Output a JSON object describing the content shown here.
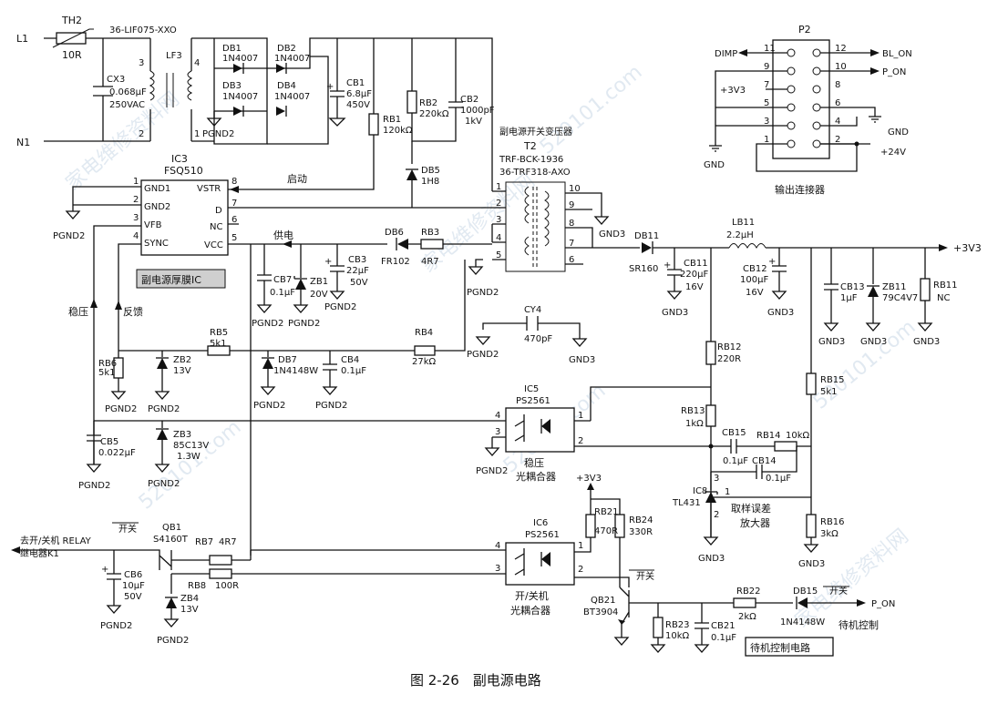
{
  "components": {
    "th2": {
      "ref": "TH2",
      "val": "10R"
    },
    "lf3": {
      "ref": "LF3",
      "part": "36-LIF075-XXO"
    },
    "cx3": {
      "ref": "CX3",
      "val": "0.068μF",
      "volt": "250VAC"
    },
    "db1": {
      "ref": "DB1",
      "val": "1N4007"
    },
    "db2": {
      "ref": "DB2",
      "val": "1N4007"
    },
    "db3": {
      "ref": "DB3",
      "val": "1N4007"
    },
    "db4": {
      "ref": "DB4",
      "val": "1N4007"
    },
    "cb1": {
      "ref": "CB1",
      "val": "6.8μF",
      "volt": "450V"
    },
    "rb1": {
      "ref": "RB1",
      "val": "120kΩ"
    },
    "rb2": {
      "ref": "RB2",
      "val": "220kΩ"
    },
    "cb2": {
      "ref": "CB2",
      "val": "1000pF",
      "volt": "1kV"
    },
    "db5": {
      "ref": "DB5",
      "val": "1H8"
    },
    "ic3": {
      "ref": "IC3",
      "part": "FSQ510",
      "label": "副电源厚膜IC",
      "pins": [
        "GND1",
        "GND2",
        "VFB",
        "SYNC",
        "VSTR",
        "D",
        "NC",
        "VCC"
      ]
    },
    "t2": {
      "title": "副电源开关变压器",
      "ref": "T2",
      "part1": "TRF-BCK-1936",
      "part2": "36-TRF318-AXO"
    },
    "db6": {
      "ref": "DB6",
      "val": "FR102"
    },
    "rb3": {
      "ref": "RB3",
      "val": "4R7"
    },
    "cb7": {
      "ref": "CB7",
      "val": "0.1μF"
    },
    "zb1": {
      "ref": "ZB1",
      "val": "20V"
    },
    "cb3": {
      "ref": "CB3",
      "val": "22μF",
      "volt": "50V"
    },
    "cy4": {
      "ref": "CY4",
      "val": "470pF"
    },
    "rb5": {
      "ref": "RB5",
      "val": "5k1"
    },
    "rb4": {
      "ref": "RB4",
      "val": "27kΩ"
    },
    "rb6": {
      "ref": "RB6",
      "val": "5k1"
    },
    "zb2": {
      "ref": "ZB2",
      "val": "13V"
    },
    "db7": {
      "ref": "DB7",
      "val": "1N4148W"
    },
    "cb4": {
      "ref": "CB4",
      "val": "0.1μF"
    },
    "cb5": {
      "ref": "CB5",
      "val": "0.022μF"
    },
    "zb3": {
      "ref": "ZB3",
      "val": "85C13V",
      "pwr": "1.3W"
    },
    "ic5": {
      "ref": "IC5",
      "part": "PS2561",
      "label1": "稳压",
      "label2": "光耦合器"
    },
    "db11": {
      "ref": "DB11",
      "val": "SR160"
    },
    "cb11": {
      "ref": "CB11",
      "val": "220μF",
      "volt": "16V"
    },
    "lb11": {
      "ref": "LB11",
      "val": "2.2μH"
    },
    "cb12": {
      "ref": "CB12",
      "val": "100μF",
      "volt": "16V"
    },
    "cb13": {
      "ref": "CB13",
      "val": "1μF"
    },
    "zb11": {
      "ref": "ZB11",
      "val": "79C4V7"
    },
    "rb11": {
      "ref": "RB11",
      "val": "NC"
    },
    "rb12": {
      "ref": "RB12",
      "val": "220R"
    },
    "rb13": {
      "ref": "RB13",
      "val": "1kΩ"
    },
    "rb15": {
      "ref": "RB15",
      "val": "5k1"
    },
    "cb15": {
      "ref": "CB15",
      "val": "0.1μF"
    },
    "rb14": {
      "ref": "RB14",
      "val": "10kΩ"
    },
    "cb14": {
      "ref": "CB14",
      "val": "0.1μF"
    },
    "ic8": {
      "ref": "IC8",
      "part": "TL431",
      "label1": "取样误差",
      "label2": "放大器"
    },
    "rb16": {
      "ref": "RB16",
      "val": "3kΩ"
    },
    "qb1": {
      "ref": "QB1",
      "part": "S4160T"
    },
    "rb7": {
      "ref": "RB7",
      "val": "4R7"
    },
    "rb8": {
      "ref": "RB8",
      "val": "100R"
    },
    "cb6": {
      "ref": "CB6",
      "val": "10μF",
      "volt": "50V"
    },
    "zb4": {
      "ref": "ZB4",
      "val": "13V"
    },
    "ic6": {
      "ref": "IC6",
      "part": "PS2561",
      "label1": "开/关机",
      "label2": "光耦合器"
    },
    "rb21": {
      "ref": "RB21",
      "val": "470R"
    },
    "rb24": {
      "ref": "RB24",
      "val": "330R"
    },
    "qb21": {
      "ref": "QB21",
      "part": "BT3904"
    },
    "rb23": {
      "ref": "RB23",
      "val": "10kΩ"
    },
    "cb21": {
      "ref": "CB21",
      "val": "0.1μF"
    },
    "rb22": {
      "ref": "RB22",
      "val": "2kΩ"
    },
    "db15": {
      "ref": "DB15",
      "val": "1N4148W"
    },
    "p2": {
      "ref": "P2",
      "caption": "输出连接器",
      "pins": [
        "1",
        "2",
        "3",
        "4",
        "5",
        "6",
        "7",
        "8",
        "9",
        "10",
        "11",
        "12"
      ]
    }
  },
  "nets": {
    "l1": "L1",
    "n1": "N1",
    "pgnd2": "PGND2",
    "gnd3": "GND3",
    "gnd": "GND",
    "v33": "+3V3",
    "v24": "+24V",
    "dimp": "DIMP",
    "bl_on": "BL_ON",
    "p_on": "P_ON"
  },
  "notes": {
    "qidong": "启动",
    "gongdian": "供电",
    "wenya": "稳压",
    "fankui": "反馈",
    "kaiguan": "开关",
    "relay_a": "去开/关机 RELAY",
    "relay_b": "继电器K1",
    "standby": "待机控制",
    "standby_circuit": "待机控制电路"
  },
  "transformer_pins": [
    "1",
    "2",
    "3",
    "4",
    "5",
    "10",
    "9",
    "8",
    "7",
    "6"
  ],
  "caption": "图 2-26　副电源电路",
  "watermark": {
    "cn": "家电维修资料网",
    "url": "520101.com"
  }
}
